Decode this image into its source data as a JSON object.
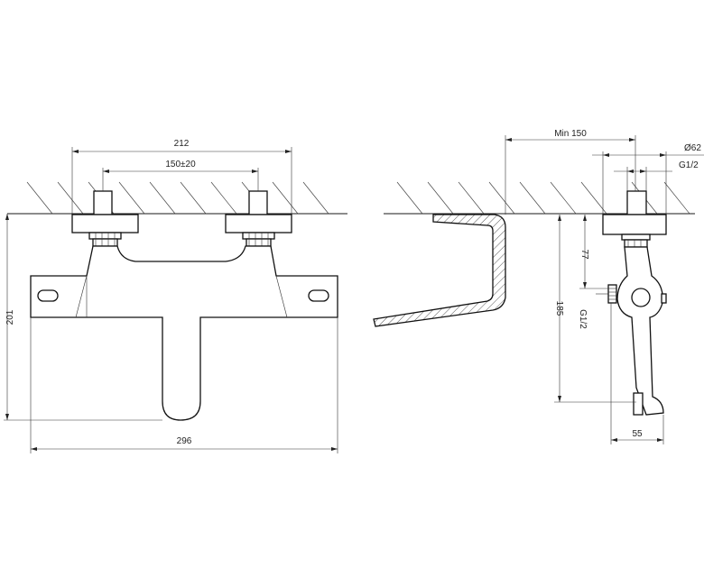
{
  "dimensions": {
    "front_width_outer": "212",
    "front_width_inner": "150±20",
    "front_height": "201",
    "front_total_width": "296",
    "side_min_distance": "Min 150",
    "side_diameter": "Ø62",
    "side_thread_top": "G1/2",
    "side_height_upper": "77",
    "side_height_total": "185",
    "side_thread_side": "G1/2",
    "side_depth": "55"
  }
}
